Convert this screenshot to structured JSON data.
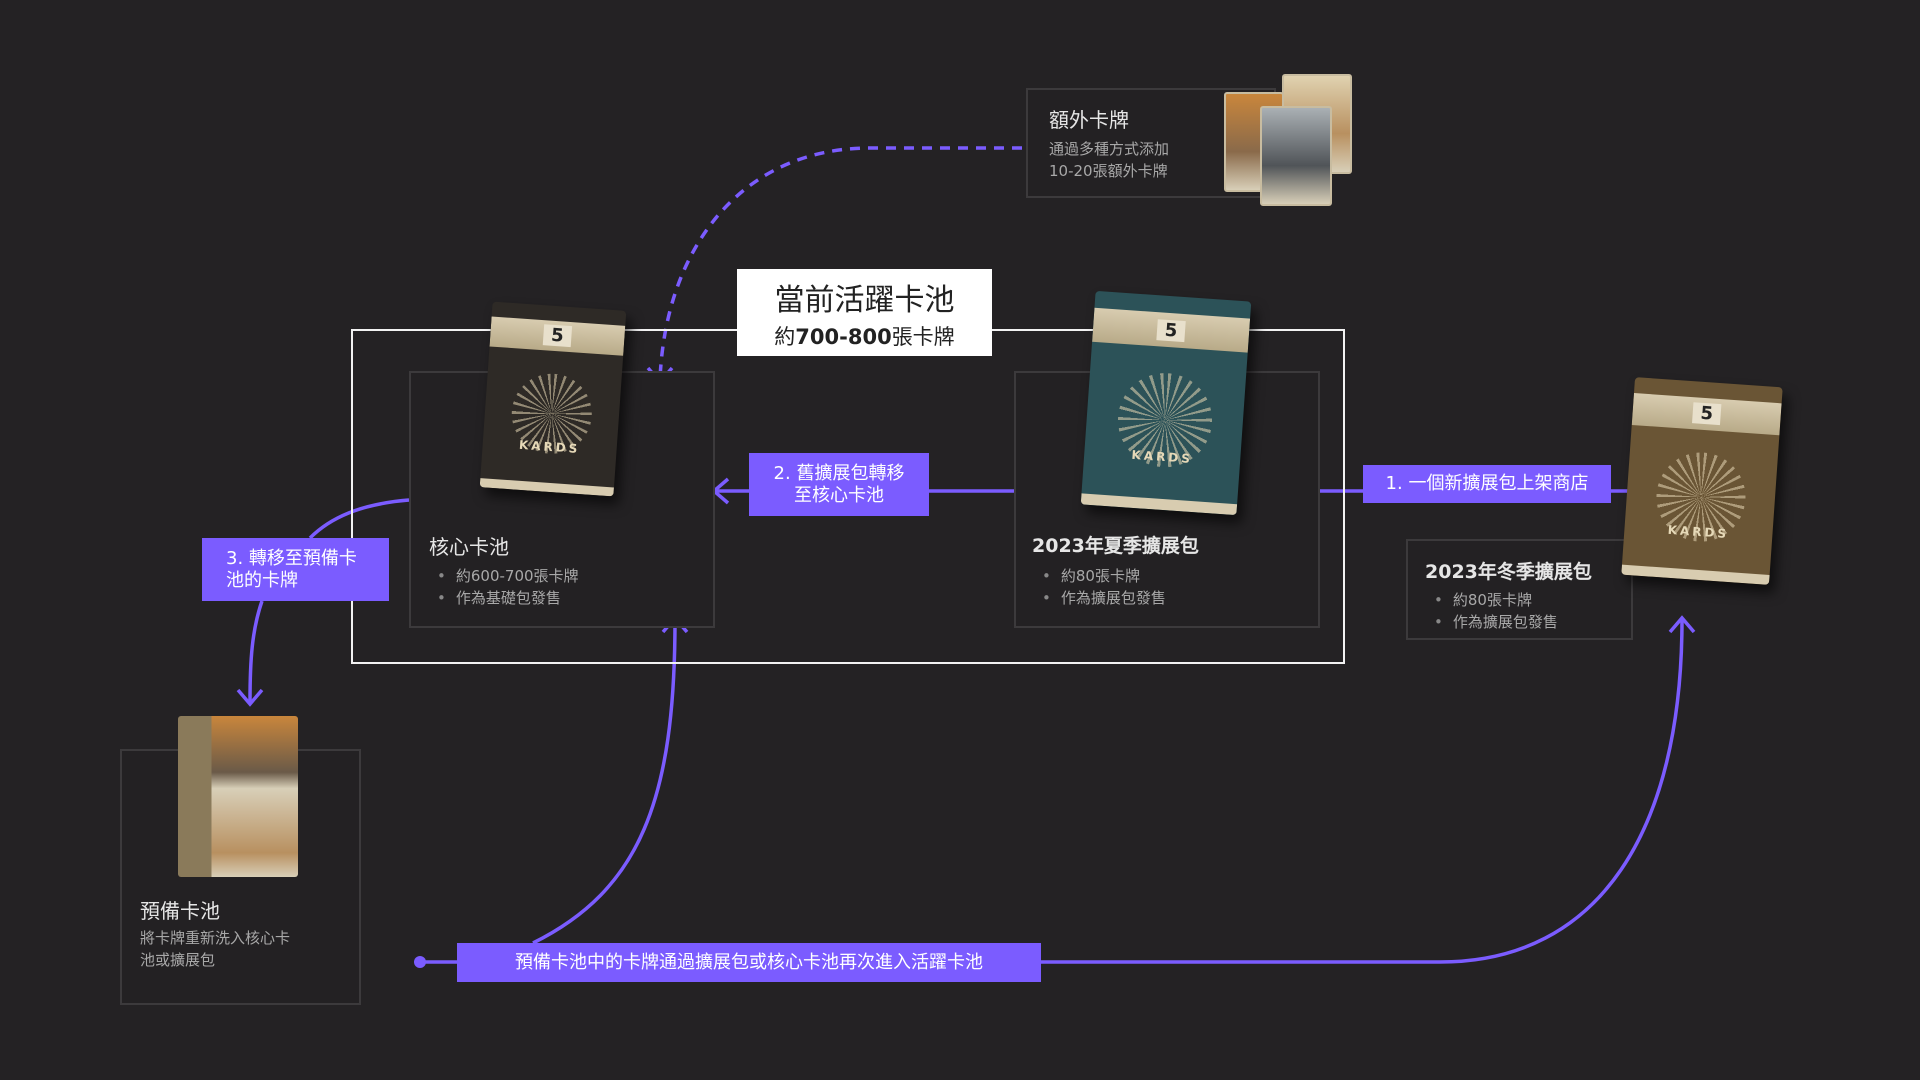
{
  "active_pool": {
    "title": "當前活躍卡池",
    "subtitle_prefix": "約",
    "subtitle_count": "700-800",
    "subtitle_suffix": "張卡牌"
  },
  "extra_cards": {
    "title": "額外卡牌",
    "desc_line1": "通過多種方式添加",
    "desc_line2": "10-20張額外卡牌"
  },
  "core_pool": {
    "title": "核心卡池",
    "bullets": [
      "約600-700張卡牌",
      "作為基礎包發售"
    ]
  },
  "summer_pack": {
    "title": "2023年夏季擴展包",
    "bullets": [
      "約80張卡牌",
      "作為擴展包發售"
    ]
  },
  "winter_pack": {
    "title": "2023年冬季擴展包",
    "bullets": [
      "約80張卡牌",
      "作為擴展包發售"
    ]
  },
  "reserve_pool": {
    "title": "預備卡池",
    "desc_line1": "將卡牌重新洗入核心卡",
    "desc_line2": "池或擴展包"
  },
  "steps": {
    "step1": "1. 一個新擴展包上架商店",
    "step2_line1": "2. 舊擴展包轉移",
    "step2_line2": "至核心卡池",
    "step3_line1": "3. 轉移至預備卡",
    "step3_line2": "池的卡牌",
    "bottom": "預備卡池中的卡牌通過擴展包或核心卡池再次進入活躍卡池"
  },
  "decks": {
    "badge": "5",
    "logo": "KARDS"
  },
  "colors": {
    "accent": "#7b5cff",
    "background": "#242224",
    "core_deck": "#2e2a26",
    "summer_deck": "#2c5258",
    "winter_deck": "#6a5535"
  }
}
